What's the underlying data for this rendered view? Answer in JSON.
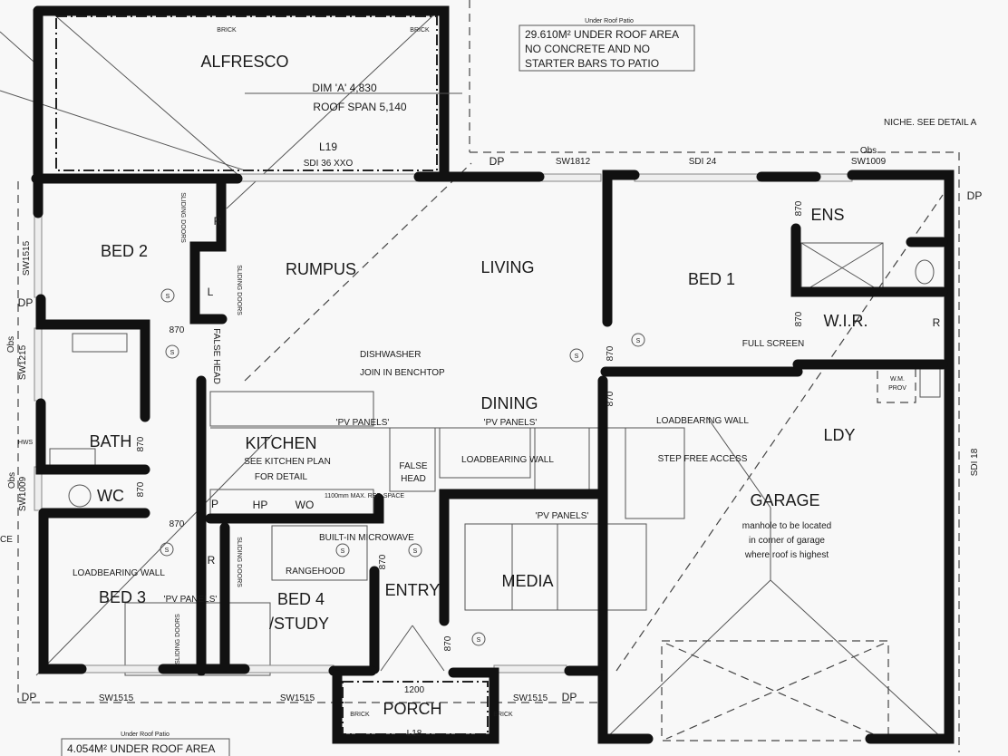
{
  "plan": {
    "rooms": {
      "alfresco": "ALFRESCO",
      "bed2": "BED 2",
      "rumpus": "RUMPUS",
      "living": "LIVING",
      "bed1": "BED 1",
      "ens": "ENS",
      "wir": "W.I.R.",
      "dining": "DINING",
      "ldy": "LDY",
      "bath": "BATH",
      "kitchen": "KITCHEN",
      "wc": "WC",
      "garage": "GARAGE",
      "media": "MEDIA",
      "entry": "ENTRY",
      "bed3": "BED 3",
      "bed4": "BED 4",
      "study": "/STUDY",
      "porch": "PORCH"
    },
    "alfresco": {
      "dim_a": "DIM 'A' 4,830",
      "roof_span": "ROOF SPAN 5,140",
      "lintel": "L19",
      "door": "SDI 36 XXO",
      "brick": "BRICK"
    },
    "patio_note": {
      "caption": "Under Roof Patio",
      "lines": [
        "29.610M² UNDER ROOF AREA",
        "NO CONCRETE AND NO",
        "STARTER BARS TO PATIO"
      ]
    },
    "front_note": {
      "caption": "Under Roof Patio",
      "line": "4.054M² UNDER ROOF AREA"
    },
    "openings": {
      "dp": "DP",
      "sw1812": "SW1812",
      "sdi24": "SDI 24",
      "obs": "Obs",
      "sw1009": "SW1009",
      "sw1515": "SW1515",
      "sw1215": "SW1215",
      "sdi18": "SDI 18",
      "door_870": "870",
      "porch_1200": "1200",
      "porch_lintel": "L18"
    },
    "annotations": {
      "niche": "NICHE. SEE DETAIL A",
      "full_screen": "FULL SCREEN",
      "dishwasher": "DISHWASHER",
      "join_benchtop": "JOIN IN BENCHTOP",
      "false_head": "FALSE HEAD",
      "false": "FALSE",
      "head": "HEAD",
      "pv_panels": "'PV PANELS'",
      "loadbearing_wall": "LOADBEARING WALL",
      "step_free": "STEP FREE ACCESS",
      "see_kitchen": "SEE KITCHEN PLAN",
      "for_detail": "FOR DETAIL",
      "hp": "HP",
      "wo": "WO",
      "built_in_microwave": "BUILT-IN MICROWAVE",
      "rangehood": "RANGEHOOD",
      "sliding_doors": "SLIDING DOORS",
      "wm_prov_1": "W.M.",
      "wm_prov_2": "PROV",
      "hws": "HWS",
      "ice": "CE",
      "fridge_space": "1100mm MAX. REF. SPACE",
      "manhole": [
        "manhole to be located",
        "in corner of garage",
        "where roof is highest"
      ],
      "r": "R",
      "l": "L",
      "p": "P",
      "smoke": "S"
    }
  }
}
